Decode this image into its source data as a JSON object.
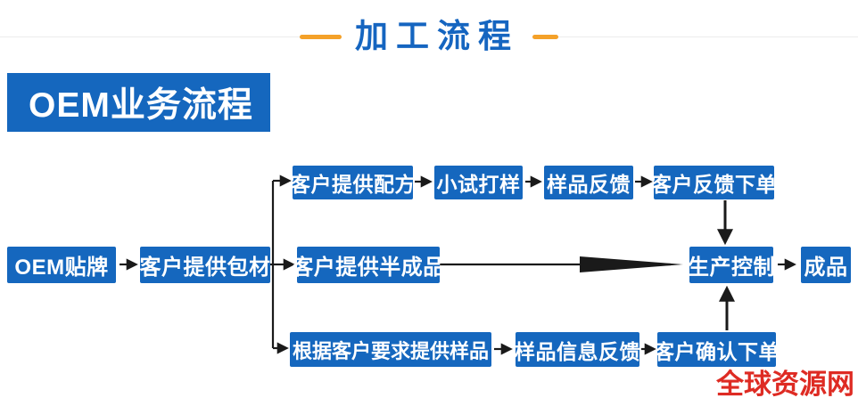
{
  "page": {
    "title": "加工流程",
    "watermark": "全球资源网"
  },
  "header": {
    "label": "OEM业务流程"
  },
  "flow": {
    "nodes": {
      "oem_branding": "OEM贴牌",
      "customer_packaging": "客户提供包材",
      "customer_formula": "客户提供配方",
      "trial_sampling": "小试打样",
      "sample_feedback": "样品反馈",
      "customer_feedback_order": "客户反馈下单",
      "customer_semi_finished": "客户提供半成品",
      "per_request_samples": "根据客户要求提供样品",
      "sample_info_feedback": "样品信息反馈",
      "customer_confirm_order": "客户确认下单",
      "production_control": "生产控制",
      "finished_product": "成品"
    },
    "edges": [
      {
        "from": "OEM贴牌",
        "to": "客户提供包材"
      },
      {
        "from": "客户提供包材",
        "to": "客户提供配方"
      },
      {
        "from": "客户提供包材",
        "to": "客户提供半成品"
      },
      {
        "from": "客户提供包材",
        "to": "根据客户要求提供样品"
      },
      {
        "from": "客户提供配方",
        "to": "小试打样"
      },
      {
        "from": "小试打样",
        "to": "样品反馈"
      },
      {
        "from": "样品反馈",
        "to": "客户反馈下单"
      },
      {
        "from": "客户反馈下单",
        "to": "生产控制"
      },
      {
        "from": "客户提供半成品",
        "to": "生产控制"
      },
      {
        "from": "根据客户要求提供样品",
        "to": "样品信息反馈"
      },
      {
        "from": "样品信息反馈",
        "to": "客户确认下单"
      },
      {
        "from": "客户确认下单",
        "to": "生产控制"
      },
      {
        "from": "生产控制",
        "to": "成品"
      }
    ]
  },
  "colors": {
    "box_blue": "#1567BE",
    "title_blue": "#1565C0",
    "dash_orange": "#F4A129",
    "watermark_red": "#DE2B23",
    "arrow_black": "#1A1A1A"
  }
}
